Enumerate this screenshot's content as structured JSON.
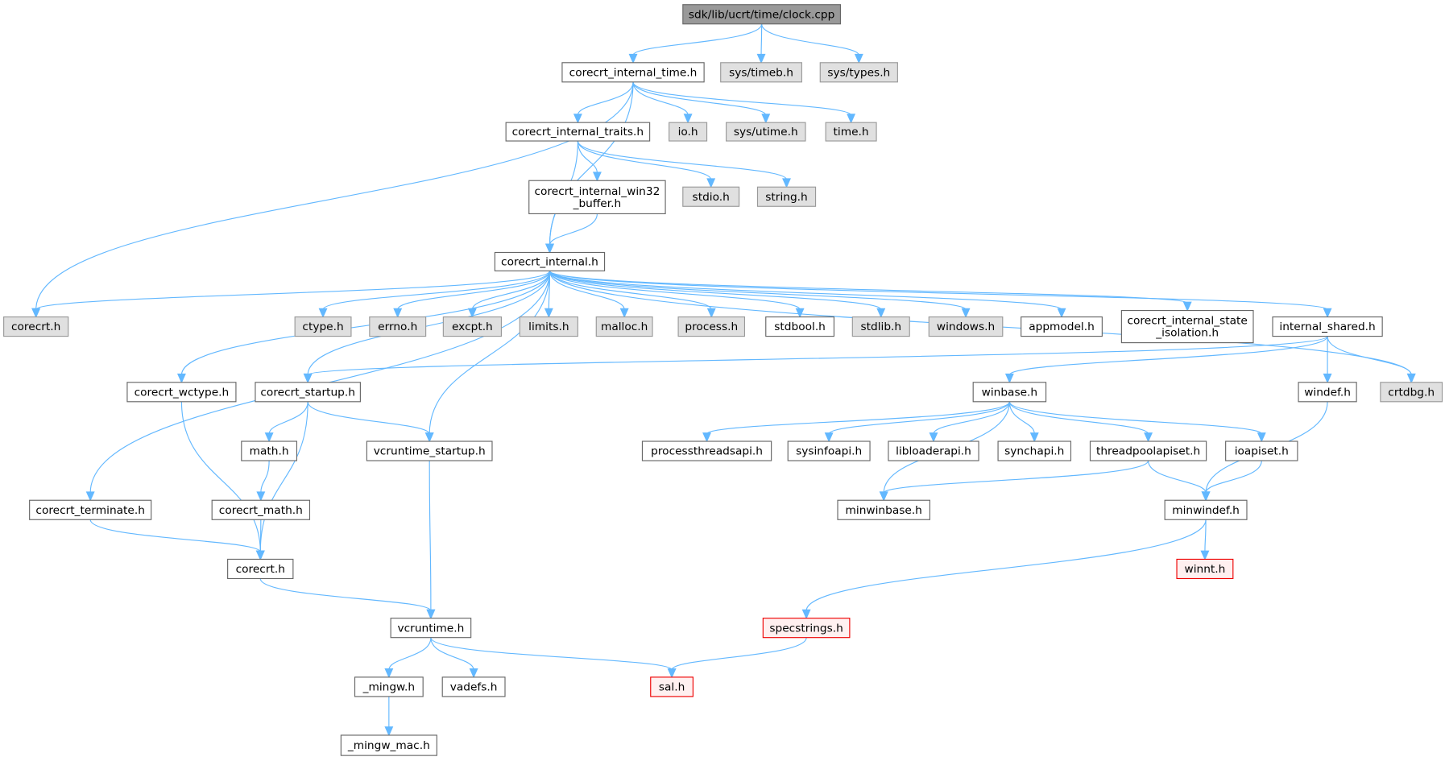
{
  "graph": {
    "nodes": {
      "clock": {
        "label": [
          "sdk/lib/ucrt/time/clock.cpp"
        ],
        "kind": "root"
      },
      "internal_time": {
        "label": [
          "corecrt_internal_time.h"
        ],
        "kind": "white"
      },
      "timeb": {
        "label": [
          "sys/timeb.h"
        ],
        "kind": "gray"
      },
      "types": {
        "label": [
          "sys/types.h"
        ],
        "kind": "gray"
      },
      "traits": {
        "label": [
          "corecrt_internal_traits.h"
        ],
        "kind": "white"
      },
      "io": {
        "label": [
          "io.h"
        ],
        "kind": "gray"
      },
      "utime": {
        "label": [
          "sys/utime.h"
        ],
        "kind": "gray"
      },
      "timeh": {
        "label": [
          "time.h"
        ],
        "kind": "gray"
      },
      "win32buf": {
        "label": [
          "corecrt_internal_win32",
          "_buffer.h"
        ],
        "kind": "white"
      },
      "stdio": {
        "label": [
          "stdio.h"
        ],
        "kind": "gray"
      },
      "string": {
        "label": [
          "string.h"
        ],
        "kind": "gray"
      },
      "internal": {
        "label": [
          "corecrt_internal.h"
        ],
        "kind": "white"
      },
      "corecrt_g": {
        "label": [
          "corecrt.h"
        ],
        "kind": "gray"
      },
      "ctype": {
        "label": [
          "ctype.h"
        ],
        "kind": "gray"
      },
      "errno": {
        "label": [
          "errno.h"
        ],
        "kind": "gray"
      },
      "excpt": {
        "label": [
          "excpt.h"
        ],
        "kind": "gray"
      },
      "limits": {
        "label": [
          "limits.h"
        ],
        "kind": "gray"
      },
      "malloc": {
        "label": [
          "malloc.h"
        ],
        "kind": "gray"
      },
      "process": {
        "label": [
          "process.h"
        ],
        "kind": "gray"
      },
      "stdbool": {
        "label": [
          "stdbool.h"
        ],
        "kind": "white"
      },
      "stdlib": {
        "label": [
          "stdlib.h"
        ],
        "kind": "gray"
      },
      "windows": {
        "label": [
          "windows.h"
        ],
        "kind": "gray"
      },
      "appmodel": {
        "label": [
          "appmodel.h"
        ],
        "kind": "white"
      },
      "stateiso": {
        "label": [
          "corecrt_internal_state",
          "_isolation.h"
        ],
        "kind": "white"
      },
      "ishared": {
        "label": [
          "internal_shared.h"
        ],
        "kind": "white"
      },
      "crtdbg": {
        "label": [
          "crtdbg.h"
        ],
        "kind": "gray"
      },
      "wctype": {
        "label": [
          "corecrt_wctype.h"
        ],
        "kind": "white"
      },
      "startup": {
        "label": [
          "corecrt_startup.h"
        ],
        "kind": "white"
      },
      "winbase": {
        "label": [
          "winbase.h"
        ],
        "kind": "white"
      },
      "windef": {
        "label": [
          "windef.h"
        ],
        "kind": "white"
      },
      "math": {
        "label": [
          "math.h"
        ],
        "kind": "white"
      },
      "vcstartup": {
        "label": [
          "vcruntime_startup.h"
        ],
        "kind": "white"
      },
      "pthreads": {
        "label": [
          "processthreadsapi.h"
        ],
        "kind": "white"
      },
      "sysinfo": {
        "label": [
          "sysinfoapi.h"
        ],
        "kind": "white"
      },
      "libloader": {
        "label": [
          "libloaderapi.h"
        ],
        "kind": "white"
      },
      "synch": {
        "label": [
          "synchapi.h"
        ],
        "kind": "white"
      },
      "tpool": {
        "label": [
          "threadpoolapiset.h"
        ],
        "kind": "white"
      },
      "ioapi": {
        "label": [
          "ioapiset.h"
        ],
        "kind": "white"
      },
      "terminate": {
        "label": [
          "corecrt_terminate.h"
        ],
        "kind": "white"
      },
      "cmath": {
        "label": [
          "corecrt_math.h"
        ],
        "kind": "white"
      },
      "minwinbase": {
        "label": [
          "minwinbase.h"
        ],
        "kind": "white"
      },
      "minwindef": {
        "label": [
          "minwindef.h"
        ],
        "kind": "white"
      },
      "corecrt_w": {
        "label": [
          "corecrt.h"
        ],
        "kind": "white"
      },
      "winnt": {
        "label": [
          "winnt.h"
        ],
        "kind": "red"
      },
      "specstrings": {
        "label": [
          "specstrings.h"
        ],
        "kind": "red"
      },
      "vcruntime": {
        "label": [
          "vcruntime.h"
        ],
        "kind": "white"
      },
      "mingw": {
        "label": [
          "_mingw.h"
        ],
        "kind": "white"
      },
      "vadefs": {
        "label": [
          "vadefs.h"
        ],
        "kind": "white"
      },
      "sal": {
        "label": [
          "sal.h"
        ],
        "kind": "red"
      },
      "mingwmac": {
        "label": [
          "_mingw_mac.h"
        ],
        "kind": "white"
      }
    },
    "edges": [
      [
        "clock",
        "internal_time"
      ],
      [
        "clock",
        "timeb"
      ],
      [
        "clock",
        "types"
      ],
      [
        "internal_time",
        "traits"
      ],
      [
        "internal_time",
        "io"
      ],
      [
        "internal_time",
        "utime"
      ],
      [
        "internal_time",
        "timeh"
      ],
      [
        "internal_time",
        "corecrt_g"
      ],
      [
        "internal_time",
        "internal"
      ],
      [
        "traits",
        "win32buf"
      ],
      [
        "traits",
        "stdio"
      ],
      [
        "traits",
        "string"
      ],
      [
        "traits",
        "internal"
      ],
      [
        "win32buf",
        "internal"
      ],
      [
        "internal",
        "corecrt_g"
      ],
      [
        "internal",
        "ctype"
      ],
      [
        "internal",
        "errno"
      ],
      [
        "internal",
        "excpt"
      ],
      [
        "internal",
        "limits"
      ],
      [
        "internal",
        "malloc"
      ],
      [
        "internal",
        "process"
      ],
      [
        "internal",
        "stdbool"
      ],
      [
        "internal",
        "stdlib"
      ],
      [
        "internal",
        "windows"
      ],
      [
        "internal",
        "appmodel"
      ],
      [
        "internal",
        "stateiso"
      ],
      [
        "internal",
        "ishared"
      ],
      [
        "internal",
        "crtdbg"
      ],
      [
        "internal",
        "wctype"
      ],
      [
        "internal",
        "startup"
      ],
      [
        "internal",
        "vcstartup"
      ],
      [
        "internal",
        "terminate"
      ],
      [
        "ishared",
        "startup"
      ],
      [
        "ishared",
        "winbase"
      ],
      [
        "ishared",
        "windef"
      ],
      [
        "ishared",
        "crtdbg"
      ],
      [
        "winbase",
        "pthreads"
      ],
      [
        "winbase",
        "sysinfo"
      ],
      [
        "winbase",
        "libloader"
      ],
      [
        "winbase",
        "synch"
      ],
      [
        "winbase",
        "tpool"
      ],
      [
        "winbase",
        "ioapi"
      ],
      [
        "winbase",
        "minwinbase"
      ],
      [
        "windef",
        "minwindef"
      ],
      [
        "tpool",
        "minwindef"
      ],
      [
        "tpool",
        "minwinbase"
      ],
      [
        "ioapi",
        "minwindef"
      ],
      [
        "minwindef",
        "winnt"
      ],
      [
        "minwindef",
        "specstrings"
      ],
      [
        "startup",
        "math"
      ],
      [
        "startup",
        "vcstartup"
      ],
      [
        "startup",
        "corecrt_w"
      ],
      [
        "math",
        "cmath"
      ],
      [
        "cmath",
        "corecrt_w"
      ],
      [
        "wctype",
        "corecrt_w"
      ],
      [
        "terminate",
        "corecrt_w"
      ],
      [
        "corecrt_w",
        "vcruntime"
      ],
      [
        "vcstartup",
        "vcruntime"
      ],
      [
        "vcruntime",
        "mingw"
      ],
      [
        "vcruntime",
        "vadefs"
      ],
      [
        "vcruntime",
        "sal"
      ],
      [
        "specstrings",
        "sal"
      ],
      [
        "mingw",
        "mingwmac"
      ]
    ]
  }
}
